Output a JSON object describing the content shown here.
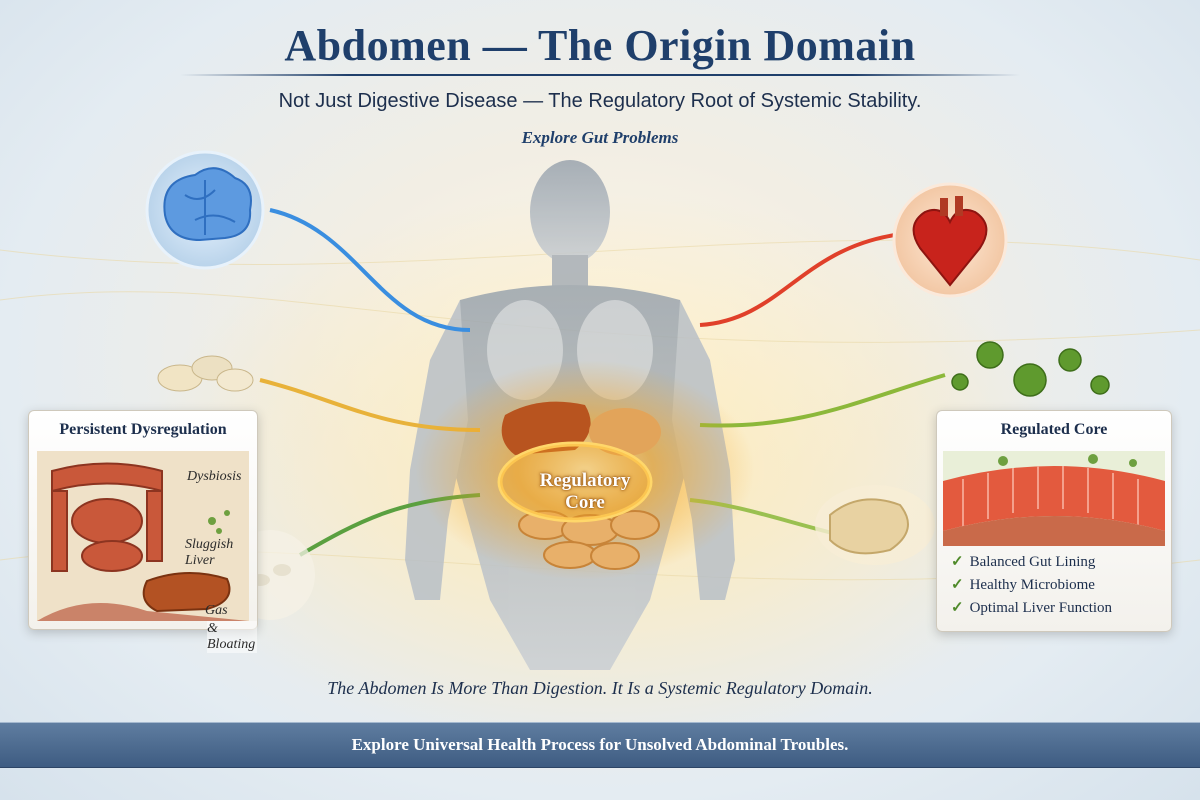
{
  "header": {
    "title": "Abdomen — The Origin Domain",
    "subtitle": "Not Just Digestive Disease — The Regulatory Root of Systemic Stability.",
    "explore_link": "Explore Gut Problems"
  },
  "center": {
    "core_label_line1": "Regulatory",
    "core_label_line2": "Core"
  },
  "left_card": {
    "title": "Persistent Dysregulation",
    "labels": [
      "Dysbiosis",
      "Sluggish Liver",
      "Gas",
      "& Bloating"
    ]
  },
  "right_card": {
    "title": "Regulated Core",
    "checklist": [
      "Balanced Gut Lining",
      "Healthy Microbiome",
      "Optimal Liver Function"
    ]
  },
  "footer": {
    "tagline": "The Abdomen Is More Than Digestion. It Is a Systemic Regulatory Domain.",
    "banner": "Explore Universal Health Process for Unsolved Abdominal Troubles."
  },
  "colors": {
    "title": "#1f3f6b",
    "core_glow": "#f5a623",
    "brain_line": "#3a8ee0",
    "heart_line": "#e0402a",
    "gold_line": "#e8b23a",
    "green_line": "#5aa040",
    "check": "#4f8a2a"
  },
  "icons": [
    "brain-icon",
    "heart-icon",
    "pills-icon",
    "microbe-icon",
    "liver-icon",
    "stomach-icon",
    "intestine-icon",
    "check-icon"
  ]
}
